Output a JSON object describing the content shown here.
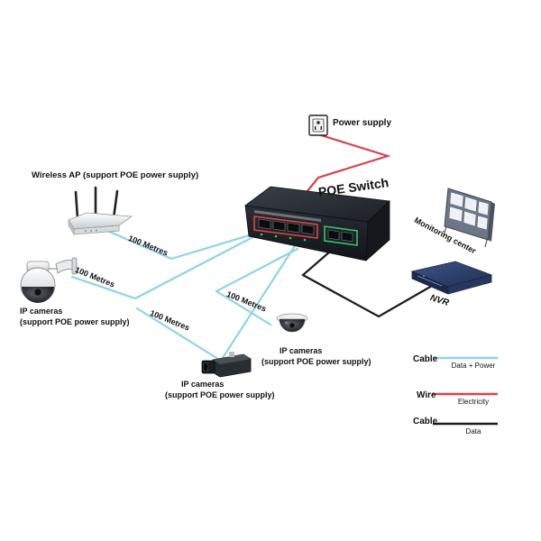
{
  "diagram": {
    "switch_label": "POE Switch",
    "power_supply_label": "Power supply",
    "wireless_ap_label": "Wireless AP (support POE power supply)",
    "ip_cameras_left_label_1": "IP cameras",
    "ip_cameras_left_label_2": "(support POE power supply)",
    "ip_cameras_mid_label_1": "IP cameras",
    "ip_cameras_mid_label_2": "(support POE power supply)",
    "ip_cameras_bottom_label_1": "IP cameras",
    "ip_cameras_bottom_label_2": "(support POE power supply)",
    "monitoring_center_label": "Monitoring center",
    "nvr_label": "NVR",
    "distances": {
      "ap": "100 Metres",
      "left_camera": "100 Metres",
      "mid_camera": "100 Metres",
      "bottom_camera": "100 Metres"
    }
  },
  "legend": {
    "cable_data_power_title": "Cable",
    "cable_data_power_sub": "Data + Power",
    "wire_electricity_title": "Wire",
    "wire_electricity_sub": "Electricity",
    "cable_data_title": "Cable",
    "cable_data_sub": "Data"
  },
  "colors": {
    "poe_cable": "#8ed3e8",
    "power_wire": "#d9434e",
    "data_cable": "#1c1c1c",
    "switch_body": "#1f2328",
    "switch_port_red": "#e0453f",
    "switch_port_green": "#33c66a",
    "monitor_frame": "#6c7686",
    "nvr_body": "#2e3e66"
  }
}
